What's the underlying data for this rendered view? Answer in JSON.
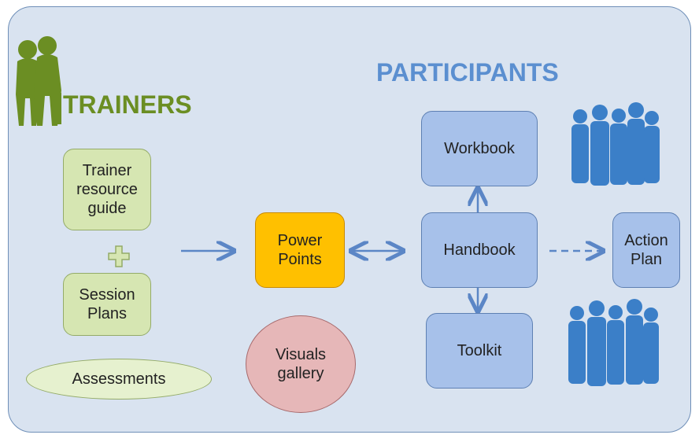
{
  "headings": {
    "trainers": "TRAINERS",
    "participants": "PARTICIPANTS"
  },
  "nodes": {
    "trainer_resource_guide": [
      "Trainer",
      "resource",
      "guide"
    ],
    "session_plans": [
      "Session",
      "Plans"
    ],
    "assessments": "Assessments",
    "power_points": [
      "Power",
      "Points"
    ],
    "visuals_gallery": [
      "Visuals",
      "gallery"
    ],
    "workbook": "Workbook",
    "handbook": "Handbook",
    "toolkit": "Toolkit",
    "action_plan": [
      "Action",
      "Plan"
    ]
  },
  "icons": {
    "plus": "plus-icon",
    "trainers_people": "trainers-people-icon",
    "participants_group_top": "people-group-icon",
    "participants_group_bottom": "people-group-icon"
  },
  "colors": {
    "panel_bg": "#d9e3f0",
    "trainers": "#6b8e23",
    "participants": "#5b8fd0",
    "arrow": "#5b86c6",
    "green_box": "#d6e6b2",
    "blue_box": "#a7c1ea",
    "orange_box": "#ffc000",
    "pink_circle": "#e6b7b8"
  }
}
